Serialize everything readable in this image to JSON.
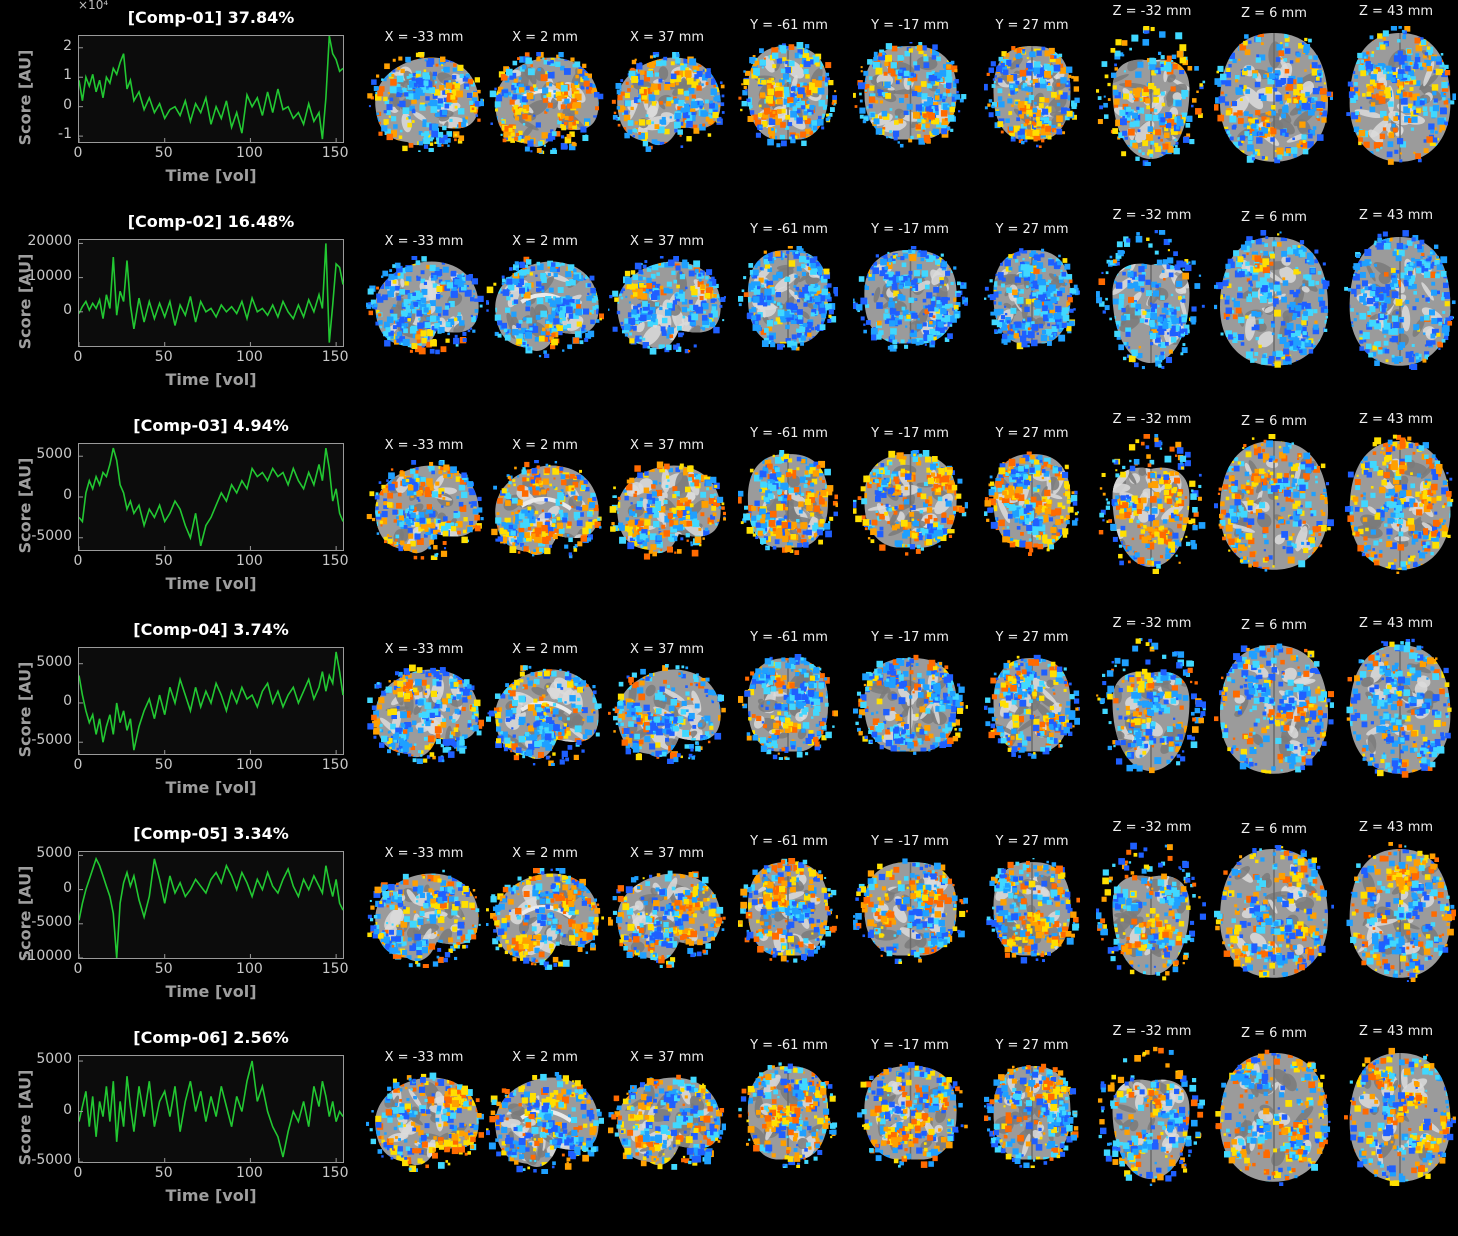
{
  "figure": {
    "xlabel": "Time [vol]",
    "ylabel": "Score [AU]",
    "line_color": "#22c832",
    "positive_colors": [
      "#ff6a00",
      "#ffa000",
      "#ffe000"
    ],
    "negative_colors": [
      "#1f5fff",
      "#1fa0ff",
      "#40d8ff"
    ],
    "slice_labels": {
      "sagittal": [
        "X = -33 mm",
        "X = 2 mm",
        "X = 37 mm"
      ],
      "coronal": [
        "Y = -61 mm",
        "Y = -17 mm",
        "Y = 27 mm"
      ],
      "axial": [
        "Z = -32 mm",
        "Z = 6 mm",
        "Z = 43 mm"
      ]
    }
  },
  "chart_data": [
    {
      "type": "line",
      "title": "[Comp-01] 37.84%",
      "xlabel": "Time [vol]",
      "ylabel": "Score [AU]",
      "exponent_label": "×10⁴",
      "xlim": [
        0,
        154
      ],
      "ylim": [
        -1.2,
        2.4
      ],
      "xticks": [
        0,
        50,
        100,
        150
      ],
      "yticks": [
        -1,
        0,
        1,
        2
      ],
      "series": [
        {
          "x": [
            0,
            2,
            4,
            6,
            8,
            10,
            12,
            14,
            16,
            18,
            20,
            22,
            24,
            26,
            28,
            30,
            32,
            35,
            38,
            41,
            44,
            47,
            50,
            53,
            56,
            59,
            62,
            65,
            68,
            71,
            74,
            77,
            80,
            83,
            86,
            89,
            92,
            95,
            98,
            101,
            104,
            107,
            110,
            113,
            116,
            119,
            122,
            125,
            128,
            131,
            134,
            137,
            140,
            142,
            144,
            146,
            148,
            150,
            152,
            154
          ],
          "values": [
            0.9,
            0.2,
            1.0,
            0.7,
            1.1,
            0.5,
            0.9,
            0.3,
            1.0,
            0.8,
            1.3,
            1.1,
            1.5,
            1.8,
            0.6,
            0.9,
            0.2,
            0.5,
            -0.1,
            0.3,
            -0.2,
            0.1,
            -0.4,
            -0.1,
            0.0,
            -0.3,
            0.2,
            -0.5,
            0.1,
            -0.2,
            0.3,
            -0.6,
            0.0,
            -0.4,
            0.2,
            -0.7,
            -0.2,
            -0.9,
            0.4,
            0.0,
            0.3,
            -0.3,
            0.5,
            -0.2,
            0.6,
            -0.1,
            0.0,
            -0.4,
            -0.2,
            -0.6,
            0.1,
            -0.5,
            -0.2,
            -1.1,
            0.3,
            2.4,
            1.8,
            1.6,
            1.2,
            1.3
          ]
        }
      ]
    },
    {
      "type": "line",
      "title": "[Comp-02] 16.48%",
      "xlabel": "Time [vol]",
      "ylabel": "Score [AU]",
      "xlim": [
        0,
        154
      ],
      "ylim": [
        -10000,
        21000
      ],
      "xticks": [
        0,
        50,
        100,
        150
      ],
      "yticks": [
        0,
        10000,
        20000
      ],
      "series": [
        {
          "x": [
            0,
            2,
            4,
            6,
            8,
            10,
            12,
            14,
            16,
            18,
            20,
            22,
            24,
            26,
            28,
            30,
            32,
            35,
            38,
            41,
            44,
            47,
            50,
            53,
            56,
            59,
            62,
            65,
            68,
            71,
            74,
            77,
            80,
            83,
            86,
            89,
            92,
            95,
            98,
            101,
            104,
            107,
            110,
            113,
            116,
            119,
            122,
            125,
            128,
            131,
            134,
            137,
            140,
            142,
            144,
            146,
            148,
            150,
            152,
            154
          ],
          "values": [
            -500,
            1500,
            3000,
            500,
            2500,
            1000,
            3500,
            -2000,
            5000,
            1000,
            16000,
            -1000,
            6000,
            3000,
            15000,
            2000,
            -5000,
            4000,
            -3000,
            3000,
            -2000,
            2500,
            -1500,
            3000,
            -4000,
            2000,
            -1000,
            4500,
            -3000,
            3000,
            0,
            1000,
            -1500,
            2000,
            0,
            1500,
            -500,
            3000,
            -2000,
            4000,
            0,
            1000,
            -1000,
            2000,
            -1500,
            3000,
            0,
            -2000,
            2000,
            -1500,
            3500,
            0,
            5000,
            1000,
            20000,
            -9000,
            2000,
            14000,
            13000,
            8000
          ]
        }
      ]
    },
    {
      "type": "line",
      "title": "[Comp-03] 4.94%",
      "xlabel": "Time [vol]",
      "ylabel": "Score [AU]",
      "xlim": [
        0,
        154
      ],
      "ylim": [
        -6500,
        6500
      ],
      "xticks": [
        0,
        50,
        100,
        150
      ],
      "yticks": [
        -5000,
        0,
        5000
      ],
      "series": [
        {
          "x": [
            0,
            2,
            4,
            6,
            8,
            10,
            12,
            14,
            16,
            18,
            20,
            22,
            24,
            26,
            28,
            30,
            32,
            35,
            38,
            41,
            44,
            47,
            50,
            53,
            56,
            59,
            62,
            65,
            68,
            71,
            74,
            77,
            80,
            83,
            86,
            89,
            92,
            95,
            98,
            101,
            104,
            107,
            110,
            113,
            116,
            119,
            122,
            125,
            128,
            131,
            134,
            137,
            140,
            142,
            144,
            146,
            148,
            150,
            152,
            154
          ],
          "values": [
            -2500,
            -3000,
            500,
            2000,
            1000,
            2500,
            1500,
            3000,
            2500,
            4000,
            6000,
            4500,
            1500,
            500,
            -1500,
            -500,
            -2000,
            -1000,
            -3500,
            -1500,
            -2500,
            -1000,
            -3000,
            -2000,
            -500,
            -1500,
            -3500,
            -5000,
            -2000,
            -6000,
            -3500,
            -2500,
            -1000,
            500,
            -500,
            1500,
            500,
            2000,
            1000,
            3500,
            2500,
            3000,
            2000,
            3500,
            2500,
            3000,
            1500,
            3500,
            2000,
            1000,
            3000,
            1500,
            4000,
            2000,
            6000,
            3500,
            -500,
            1000,
            -2000,
            -3000
          ]
        }
      ]
    },
    {
      "type": "line",
      "title": "[Comp-04] 3.74%",
      "xlabel": "Time [vol]",
      "ylabel": "Score [AU]",
      "xlim": [
        0,
        154
      ],
      "ylim": [
        -6500,
        7000
      ],
      "xticks": [
        0,
        50,
        100,
        150
      ],
      "yticks": [
        -5000,
        0,
        5000
      ],
      "series": [
        {
          "x": [
            0,
            2,
            4,
            6,
            8,
            10,
            12,
            14,
            16,
            18,
            20,
            22,
            24,
            26,
            28,
            30,
            32,
            35,
            38,
            41,
            44,
            47,
            50,
            53,
            56,
            59,
            62,
            65,
            68,
            71,
            74,
            77,
            80,
            83,
            86,
            89,
            92,
            95,
            98,
            101,
            104,
            107,
            110,
            113,
            116,
            119,
            122,
            125,
            128,
            131,
            134,
            137,
            140,
            142,
            144,
            146,
            148,
            150,
            152,
            154
          ],
          "values": [
            3500,
            1000,
            -1000,
            -2500,
            -1500,
            -4000,
            -2000,
            -5000,
            -3000,
            -1500,
            -4000,
            0,
            -2500,
            -1000,
            -3500,
            -2000,
            -6000,
            -3000,
            -1000,
            500,
            -2000,
            1000,
            -1500,
            2000,
            0,
            3000,
            1000,
            -1000,
            2000,
            -500,
            1500,
            0,
            2500,
            1000,
            -1000,
            1500,
            0,
            2000,
            500,
            1000,
            -500,
            1500,
            2500,
            0,
            1500,
            -500,
            1000,
            2000,
            0,
            1500,
            3000,
            500,
            2000,
            4000,
            1500,
            3500,
            2500,
            6500,
            4000,
            1000
          ]
        }
      ]
    },
    {
      "type": "line",
      "title": "[Comp-05] 3.34%",
      "xlabel": "Time [vol]",
      "ylabel": "Score [AU]",
      "xlim": [
        0,
        154
      ],
      "ylim": [
        -10000,
        5500
      ],
      "xticks": [
        0,
        50,
        100,
        150
      ],
      "yticks": [
        -10000,
        -5000,
        0,
        5000
      ],
      "series": [
        {
          "x": [
            0,
            2,
            4,
            6,
            8,
            10,
            12,
            14,
            16,
            18,
            20,
            22,
            24,
            26,
            28,
            30,
            32,
            35,
            38,
            41,
            44,
            47,
            50,
            53,
            56,
            59,
            62,
            65,
            68,
            71,
            74,
            77,
            80,
            83,
            86,
            89,
            92,
            95,
            98,
            101,
            104,
            107,
            110,
            113,
            116,
            119,
            122,
            125,
            128,
            131,
            134,
            137,
            140,
            142,
            144,
            146,
            148,
            150,
            152,
            154
          ],
          "values": [
            -4500,
            -2000,
            0,
            1500,
            3000,
            4500,
            3500,
            2000,
            500,
            -1000,
            -3500,
            -10000,
            -2000,
            1000,
            2500,
            500,
            2000,
            -1500,
            -4000,
            -1000,
            4500,
            1500,
            -2000,
            2000,
            -500,
            1000,
            -1000,
            0,
            1500,
            500,
            -500,
            1500,
            2500,
            1000,
            3500,
            2000,
            0,
            2500,
            1000,
            -1000,
            1500,
            0,
            2500,
            500,
            -500,
            1500,
            3000,
            500,
            -1000,
            1500,
            0,
            2000,
            500,
            -500,
            3500,
            1000,
            -1000,
            1500,
            -2000,
            -3000
          ]
        }
      ]
    },
    {
      "type": "line",
      "title": "[Comp-06] 2.56%",
      "xlabel": "Time [vol]",
      "ylabel": "Score [AU]",
      "xlim": [
        0,
        154
      ],
      "ylim": [
        -5000,
        5500
      ],
      "xticks": [
        0,
        50,
        100,
        150
      ],
      "yticks": [
        -5000,
        0,
        5000
      ],
      "series": [
        {
          "x": [
            0,
            2,
            4,
            6,
            8,
            10,
            12,
            14,
            16,
            18,
            20,
            22,
            24,
            26,
            28,
            30,
            32,
            35,
            38,
            41,
            44,
            47,
            50,
            53,
            56,
            59,
            62,
            65,
            68,
            71,
            74,
            77,
            80,
            83,
            86,
            89,
            92,
            95,
            98,
            101,
            104,
            107,
            110,
            113,
            116,
            119,
            122,
            125,
            128,
            131,
            134,
            137,
            140,
            142,
            144,
            146,
            148,
            150,
            152,
            154
          ],
          "values": [
            -1000,
            500,
            2000,
            -1500,
            1500,
            -2500,
            1000,
            -500,
            2500,
            -1000,
            3000,
            -3000,
            1000,
            -1500,
            3500,
            500,
            -2000,
            2500,
            -500,
            3000,
            -1500,
            1000,
            2000,
            -500,
            2500,
            -2000,
            1000,
            3000,
            0,
            2000,
            -1000,
            1500,
            -500,
            2500,
            500,
            -1500,
            1500,
            0,
            3000,
            5000,
            1000,
            2500,
            0,
            -1500,
            -2500,
            -4500,
            -2000,
            0,
            -1000,
            1000,
            -1500,
            2500,
            500,
            3000,
            1500,
            -500,
            1000,
            -1000,
            0,
            -500
          ]
        }
      ]
    }
  ],
  "components": [
    {
      "id": "Comp-01",
      "variance_pct": 37.84
    },
    {
      "id": "Comp-02",
      "variance_pct": 16.48
    },
    {
      "id": "Comp-03",
      "variance_pct": 4.94
    },
    {
      "id": "Comp-04",
      "variance_pct": 3.74
    },
    {
      "id": "Comp-05",
      "variance_pct": 3.34
    },
    {
      "id": "Comp-06",
      "variance_pct": 2.56
    }
  ]
}
